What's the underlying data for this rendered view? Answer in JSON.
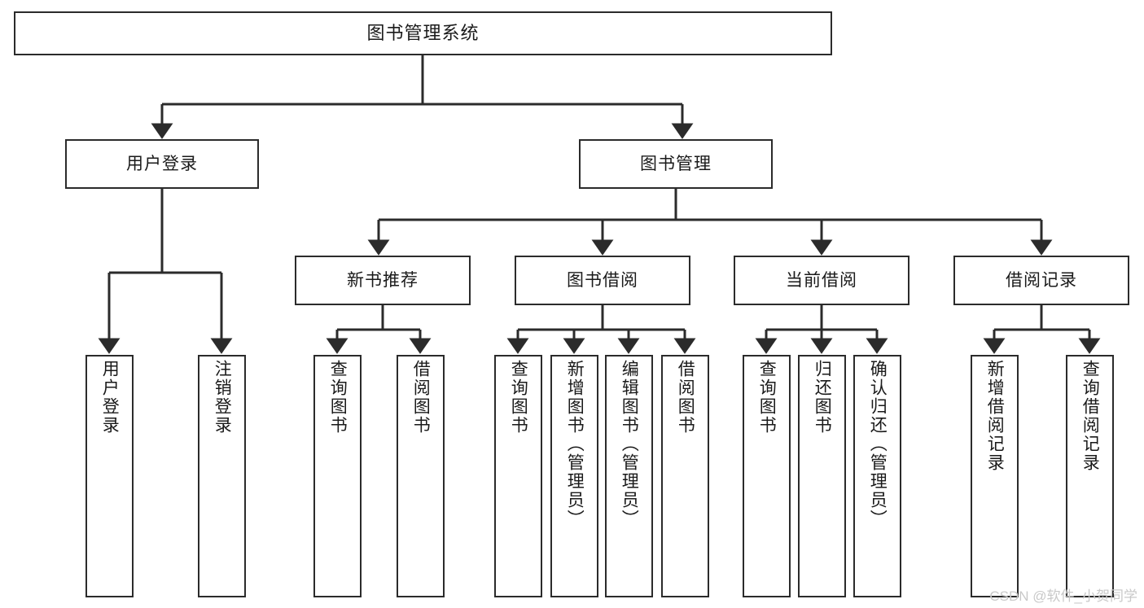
{
  "diagram": {
    "title": "图书管理系统",
    "type": "hierarchy-tree",
    "watermark": "CSDN @软件_小贺同学",
    "colors": {
      "box_border": "#2b2b2b",
      "box_fill": "#ffffff",
      "connector": "#2b2b2b",
      "text": "#1a1a1a",
      "watermark": "#c9c9c9"
    },
    "root": {
      "label": "图书管理系统"
    },
    "level2": [
      {
        "label": "用户登录"
      },
      {
        "label": "图书管理"
      }
    ],
    "level3": [
      {
        "label": "新书推荐"
      },
      {
        "label": "图书借阅"
      },
      {
        "label": "当前借阅"
      },
      {
        "label": "借阅记录"
      }
    ],
    "leaves": {
      "user_login": [
        {
          "label": "用户登录"
        },
        {
          "label": "注销登录"
        }
      ],
      "new_book_recommend": [
        {
          "label": "查询图书"
        },
        {
          "label": "借阅图书"
        }
      ],
      "book_borrow": [
        {
          "label": "查询图书"
        },
        {
          "label": "新增图书（管理员）"
        },
        {
          "label": "编辑图书（管理员）"
        },
        {
          "label": "借阅图书"
        }
      ],
      "current_borrow": [
        {
          "label": "查询图书"
        },
        {
          "label": "归还图书"
        },
        {
          "label": "确认归还（管理员）"
        }
      ],
      "borrow_record": [
        {
          "label": "新增借阅记录"
        },
        {
          "label": "查询借阅记录"
        }
      ]
    }
  }
}
